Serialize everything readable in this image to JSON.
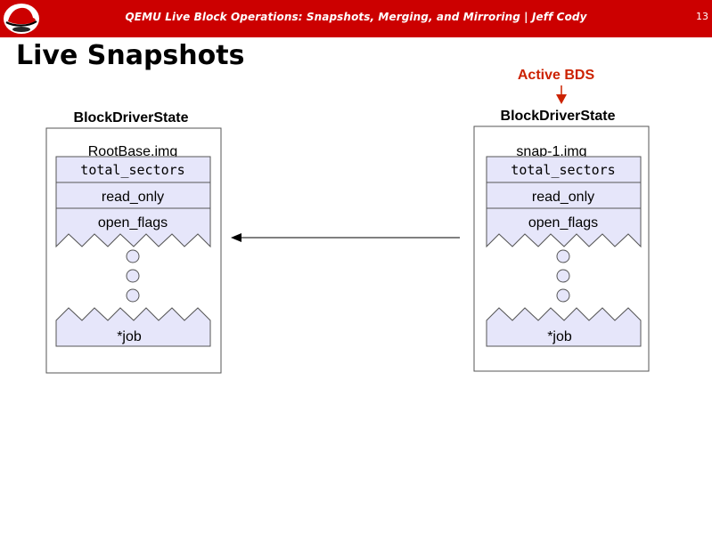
{
  "header": {
    "title": "QEMU Live Block Operations: Snapshots, Merging, and Mirroring | Jeff Cody",
    "page_number": "13"
  },
  "slide_title": "Live Snapshots",
  "active_label": "Active BDS",
  "colors": {
    "header_red": "#cc0000",
    "field_fill": "#e6e6fa",
    "active_red": "#cc2200"
  },
  "left_bds": {
    "heading": "BlockDriverState",
    "image": "RootBase.img",
    "fields": [
      "total_sectors",
      "read_only",
      "open_flags"
    ],
    "job": "*job"
  },
  "right_bds": {
    "heading": "BlockDriverState",
    "image": "snap-1.img",
    "fields": [
      "total_sectors",
      "read_only",
      "open_flags"
    ],
    "job": "*job"
  }
}
